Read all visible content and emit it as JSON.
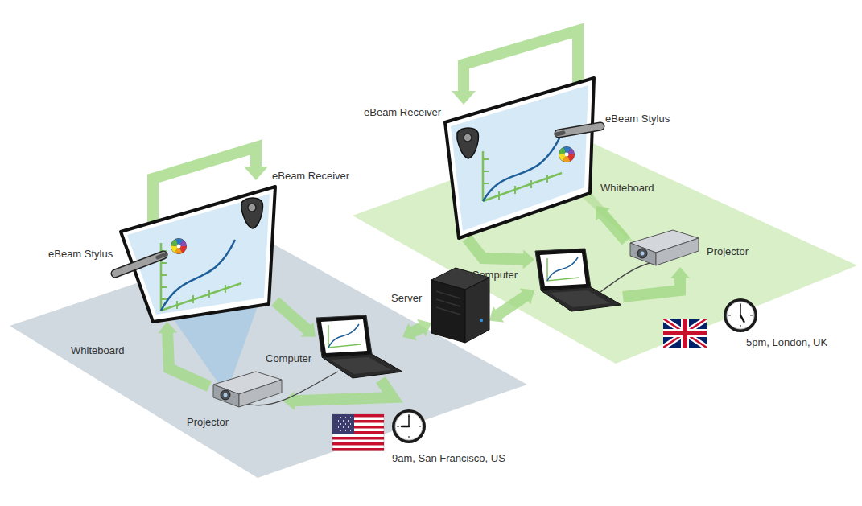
{
  "diagram": {
    "nodes": [
      {
        "text": [
          "Whiteboard"
        ]
      },
      {
        "text": [
          "Computer"
        ]
      },
      {
        "text": [
          "Projector"
        ]
      },
      {
        "text": [
          "Server"
        ]
      },
      {
        "text": [
          "Whiteboard"
        ]
      },
      {
        "text": [
          "Computer"
        ]
      },
      {
        "text": [
          "Projector"
        ]
      }
    ],
    "edges": [
      {
        "from": 0,
        "to": 1,
        "arrow": "to"
      },
      {
        "from": 1,
        "to": 2,
        "arrow": "to"
      },
      {
        "from": 2,
        "to": 0,
        "arrow": "to"
      },
      {
        "from": 1,
        "to": 3,
        "arrow": "both"
      },
      {
        "from": 3,
        "to": 5,
        "arrow": "both"
      },
      {
        "from": 4,
        "to": 5,
        "arrow": "to"
      },
      {
        "from": 5,
        "to": 6,
        "arrow": "to"
      },
      {
        "from": 6,
        "to": 4,
        "arrow": "to"
      }
    ],
    "labels": [
      "eBeam Receiver",
      "eBeam Stylus",
      "9am, San Francisco, US",
      "eBeam Receiver",
      "eBeam Stylus",
      "5pm, London, UK"
    ]
  }
}
